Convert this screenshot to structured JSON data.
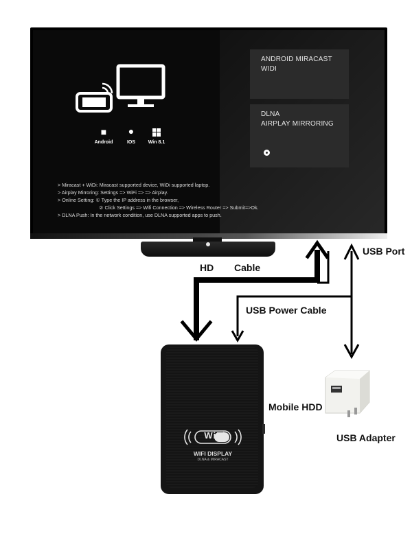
{
  "screen": {
    "tile1": {
      "line1": "ANDROID MIRACAST",
      "line2": "WIDI"
    },
    "tile2": {
      "line1": "DLNA",
      "line2": "AIRPLAY MIRRORING"
    },
    "os_labels": [
      "Android",
      "IOS",
      "Win 8.1"
    ],
    "instructions": [
      "> Miracast + WiDi: Miracast supported device, WiDi supported laptop.",
      "> Airplay Mirroring: Settings => WiFi =>                         => Airplay.",
      "> Online Setting: ① Type the IP address in the browser,",
      "② Click Settings => Wifi Connection => Wireless Router => Submit=>Ok.",
      "> DLNA Push: In the network condition, use DLNA supported apps to push."
    ]
  },
  "labels": {
    "hd": "HD",
    "cable": "Cable",
    "usb_port": "USB Port",
    "usb_power_cable": "USB Power Cable",
    "mobile_hdd": "Mobile HDD",
    "usb_adapter": "USB Adapter"
  },
  "device": {
    "logo_text": "WiFi",
    "title": "WIFI DISPLAY",
    "subtitle": "DLNA & MIRACAST"
  },
  "colors": {
    "arrow": "#000000",
    "tv_screen": "#0a0a0a",
    "tile": "#2b2b2b"
  }
}
